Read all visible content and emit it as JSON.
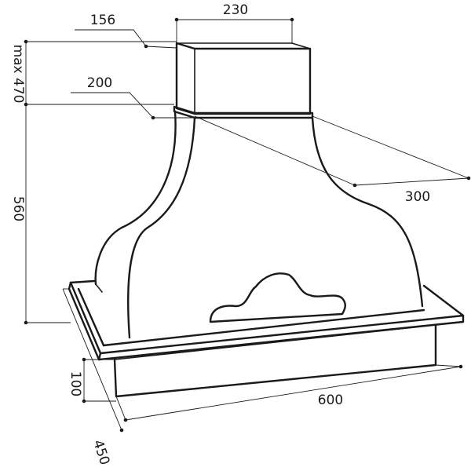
{
  "dimensions": {
    "chimney_width": "230",
    "chimney_depth": "156",
    "chimney_height": "max 470",
    "collar_depth": "200",
    "hood_top_width": "300",
    "hood_height": "560",
    "base_height": "100",
    "base_width": "600",
    "base_depth": "450"
  }
}
